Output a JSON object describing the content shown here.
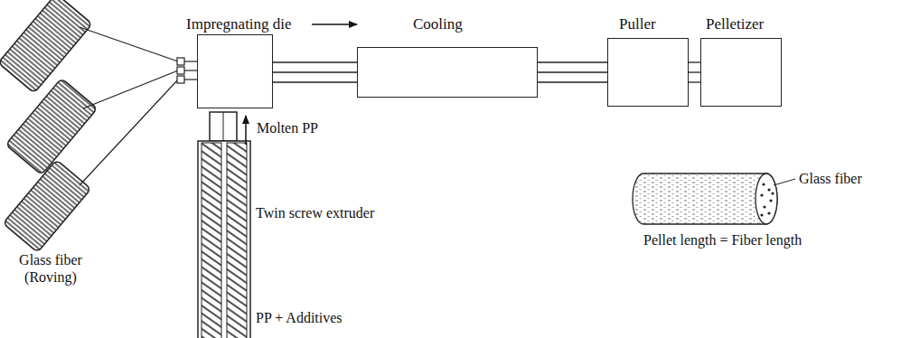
{
  "diagram": {
    "nodes": [
      {
        "text": [
          "Impregnating die"
        ]
      },
      {
        "text": [
          "Cooling"
        ]
      },
      {
        "text": [
          "Puller"
        ]
      },
      {
        "text": [
          "Pelletizer"
        ]
      }
    ],
    "edges": [
      {
        "from": 0,
        "to": 1,
        "arrow": "none"
      },
      {
        "from": 1,
        "to": 2,
        "arrow": "none"
      },
      {
        "from": 2,
        "to": 3,
        "arrow": "none"
      }
    ],
    "labels": [
      "Glass fiber (Roving)",
      "Molten PP",
      "Twin screw extruder",
      "PP + Additives",
      "Glass fiber",
      "Pellet length = Fiber length"
    ]
  }
}
